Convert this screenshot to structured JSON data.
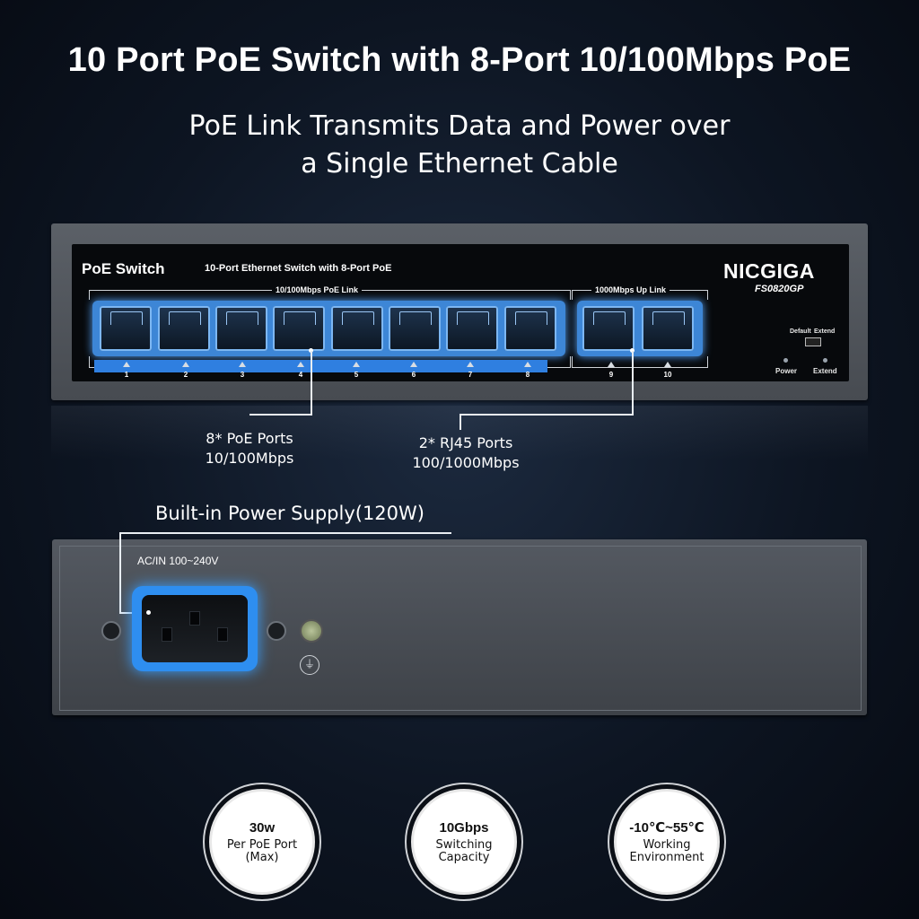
{
  "header": {
    "title": "10 Port PoE Switch with 8-Port 10/100Mbps PoE",
    "subtitle_line1": "PoE Link Transmits Data and Power over",
    "subtitle_line2": "a Single Ethernet Cable"
  },
  "front_panel": {
    "brand_left": "PoE Switch",
    "panel_title": "10-Port Ethernet Switch with 8-Port PoE",
    "brand_right": "NICGIGA",
    "model": "FS0820GP",
    "poe_group_label": "10/100Mbps  PoE Link",
    "uplink_group_label": "1000Mbps  Up Link",
    "port_numbers": [
      "1",
      "2",
      "3",
      "4",
      "5",
      "6",
      "7",
      "8",
      "9",
      "10"
    ],
    "switch_labels": {
      "default": "Default",
      "extend": "Extend"
    },
    "led_labels": {
      "power": "Power",
      "extend": "Extend"
    }
  },
  "callouts": {
    "poe_ports_line1": "8* PoE Ports",
    "poe_ports_line2": "10/100Mbps",
    "rj45_ports_line1": "2* RJ45 Ports",
    "rj45_ports_line2": "100/1000Mbps"
  },
  "rear_panel": {
    "power_supply_label": "Built-in Power Supply(120W)",
    "acin_label": "AC/IN 100~240V",
    "ground_symbol": "⏚"
  },
  "badges": [
    {
      "value": "30w",
      "desc_line1": "Per PoE Port",
      "desc_line2": "(Max)"
    },
    {
      "value": "10Gbps",
      "desc_line1": "Switching",
      "desc_line2": "Capacity"
    },
    {
      "value": "-10℃~55℃",
      "desc_line1": "Working",
      "desc_line2": "Environment"
    }
  ],
  "colors": {
    "accent_blue": "#3d86d6",
    "led_blue": "#2f7fe0",
    "background": "#0d1522"
  }
}
